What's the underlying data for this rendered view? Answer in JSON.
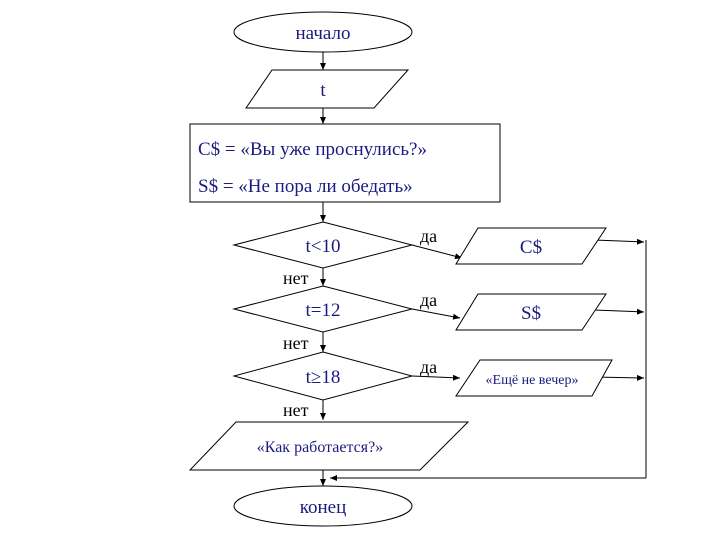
{
  "nodes": {
    "start": "начало",
    "input_t": "t",
    "assign_c": "C$ = «Вы уже проснулись?»",
    "assign_s": "S$ = «Не пора ли обедать»",
    "cond1": "t<10",
    "cond2": "t=12",
    "cond3": "t≥18",
    "out_c": "C$",
    "out_s": "S$",
    "out_evening": "«Ещё не  вечер»",
    "out_work": "«Как работается?»",
    "end": "конец"
  },
  "edges": {
    "yes1": "да",
    "yes2": "да",
    "yes3": "да",
    "no1": "нет",
    "no2": "нет",
    "no3": "нет"
  }
}
